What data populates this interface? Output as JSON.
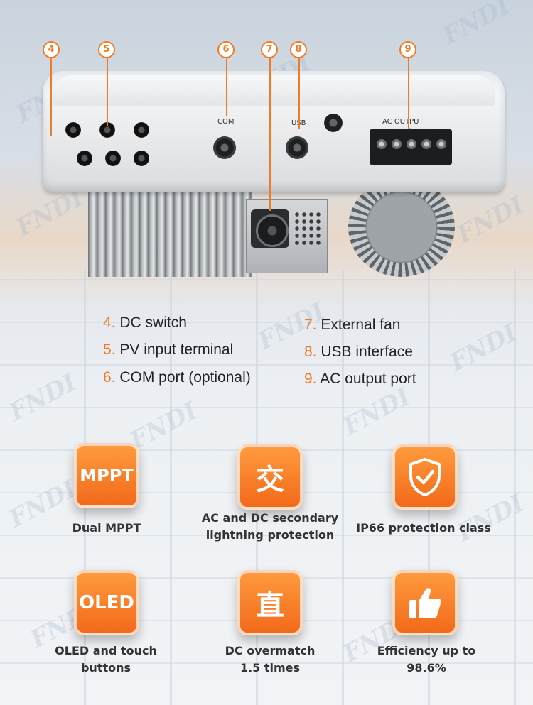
{
  "brand": {
    "watermark": "FNDI"
  },
  "colors": {
    "accent": "#f07b22",
    "icon_bg": "#f26a1b"
  },
  "device": {
    "labels": {
      "com": "COM",
      "usb": "USB",
      "ac_output": "AC OUTPUT",
      "terminals": "PE N L1 L2 L3"
    }
  },
  "callouts": [
    "4",
    "5",
    "6",
    "7",
    "8",
    "9"
  ],
  "legend": [
    {
      "num": "4.",
      "text": "DC switch"
    },
    {
      "num": "5.",
      "text": "PV input terminal"
    },
    {
      "num": "6.",
      "text": "COM port (optional)"
    },
    {
      "num": "7.",
      "text": "External fan"
    },
    {
      "num": "8.",
      "text": "USB interface"
    },
    {
      "num": "9.",
      "text": "AC output port"
    }
  ],
  "features": [
    {
      "icon_text": "MPPT",
      "label": "Dual MPPT"
    },
    {
      "icon_text": "交",
      "label": "AC and DC secondary lightning protection"
    },
    {
      "icon": "shield-check-icon",
      "label": "IP66 protection class"
    },
    {
      "icon_text": "OLED",
      "label": "OLED and touch buttons"
    },
    {
      "icon_text": "直",
      "label": "DC overmatch 1.5 times"
    },
    {
      "icon": "thumbs-up-icon",
      "label": "Efficiency up to 98.6%"
    }
  ]
}
